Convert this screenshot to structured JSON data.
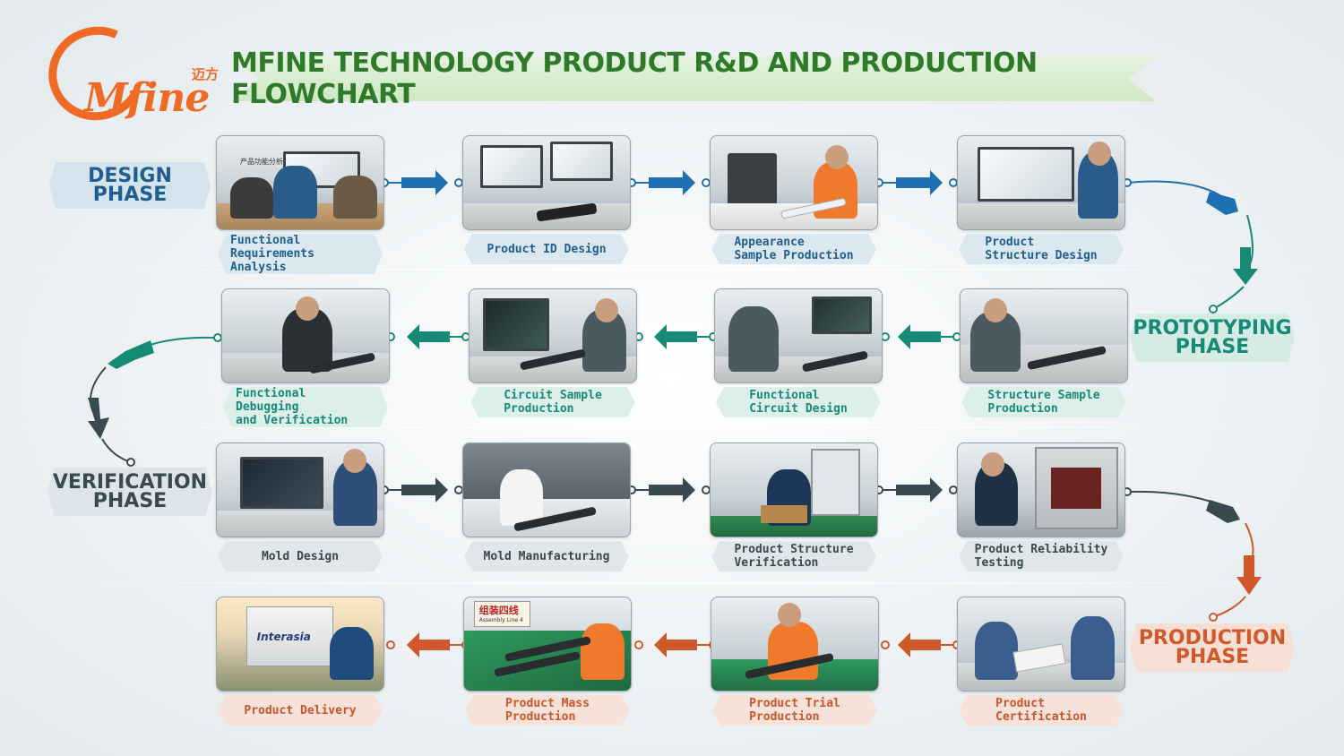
{
  "header": {
    "logo_cn": "迈方",
    "logo_word": "Mfine",
    "title": "MFINE TECHNOLOGY PRODUCT R&D AND PRODUCTION FLOWCHART"
  },
  "colors": {
    "design": "#1f5f8f",
    "prototyping": "#178a76",
    "verification": "#394950",
    "production": "#d0582a",
    "title_green": "#2f7a2a",
    "logo_orange": "#ef6a25"
  },
  "phases": {
    "design": {
      "label": "DESIGN PHASE"
    },
    "prototyping": {
      "label": "PROTOTYPING\nPHASE"
    },
    "verification": {
      "label": "VERIFICATION\nPHASE"
    },
    "production": {
      "label": "PRODUCTION\nPHASE"
    }
  },
  "steps": {
    "design": [
      {
        "label": "Functional\nRequirements Analysis"
      },
      {
        "label": "Product ID Design"
      },
      {
        "label": "Appearance\nSample Production"
      },
      {
        "label": "Product\nStructure Design"
      }
    ],
    "prototyping": [
      {
        "label": "Functional Debugging\nand Verification"
      },
      {
        "label": "Circuit Sample\nProduction"
      },
      {
        "label": "Functional\nCircuit Design"
      },
      {
        "label": "Structure Sample\nProduction"
      }
    ],
    "verification": [
      {
        "label": "Mold Design"
      },
      {
        "label": "Mold Manufacturing"
      },
      {
        "label": "Product Structure\nVerification"
      },
      {
        "label": "Product Reliability\nTesting"
      }
    ],
    "production": [
      {
        "label": "Product Delivery"
      },
      {
        "label": "Product Mass\nProduction"
      },
      {
        "label": "Product Trial\nProduction"
      },
      {
        "label": "Product\nCertification"
      }
    ]
  },
  "photo_text": {
    "meeting_board": "产品功能分析",
    "assembly_sign_cn": "组装四线",
    "assembly_sign_en": "Assembly Line 4",
    "truck_brand": "Interasia"
  }
}
